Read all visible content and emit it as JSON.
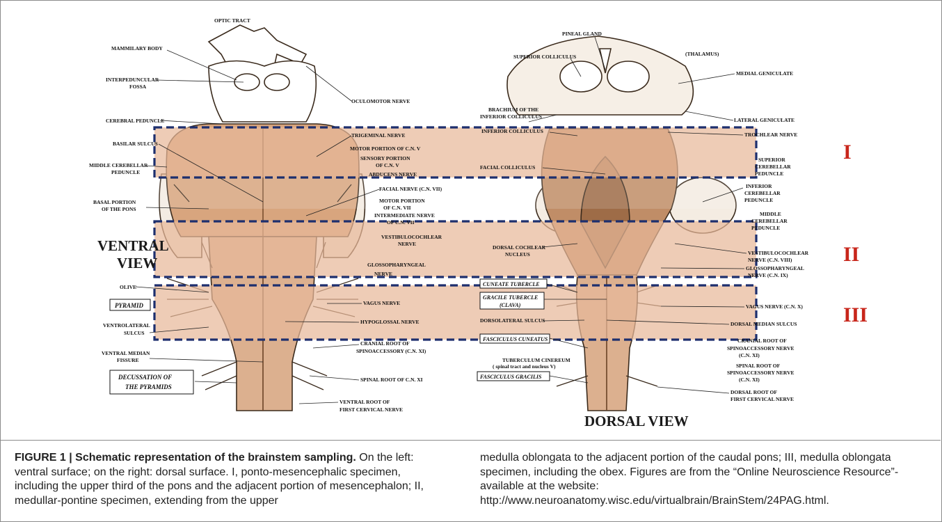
{
  "figure": {
    "views": {
      "ventral": "VENTRAL VIEW",
      "dorsal": "DORSAL VIEW"
    },
    "regions": [
      "I",
      "II",
      "III"
    ],
    "ventral_labels": {
      "optic_tract": "OPTIC TRACT",
      "mammillary_body": "MAMMILARY BODY",
      "interpeduncular": "INTERPEDUNCULAR",
      "fossa": "FOSSA",
      "oculomotor": "OCULOMOTOR NERVE",
      "cerebral_peduncle": "CEREBRAL PEDUNCLE",
      "trigeminal": "TRIGEMINAL NERVE",
      "basilar_sulcus": "BASILAR SULCUS",
      "motor_cnv": "MOTOR PORTION OF C.N. V",
      "sensory_cnv_1": "SENSORY PORTION",
      "sensory_cnv_2": "OF C.N. V",
      "middle_cereb_1": "MIDDLE CEREBELLAR",
      "middle_cereb_2": "PEDUNCLE",
      "abducens": "ABDUCENS NERVE",
      "facial": "FACIAL NERVE (C.N. VII)",
      "basal_pons_1": "BASAL PORTION",
      "basal_pons_2": "OF THE PONS",
      "motor_vii_1": "MOTOR PORTION",
      "motor_vii_2": "OF C.N. VII",
      "intermediate_1": "INTERMEDIATE NERVE",
      "intermediate_2": "OF C.N. VII",
      "vestibulo_1": "VESTIBULOCOCHLEAR",
      "vestibulo_2": "NERVE",
      "glosso_1": "GLOSSOPHARYNGEAL",
      "glosso_2": "NERVE",
      "olive": "OLIVE",
      "pyramid": "PYRAMID",
      "vagus": "VAGUS NERVE",
      "hypoglossal": "HYPOGLOSSAL NERVE",
      "ventrolateral_1": "VENTROLATERAL",
      "ventrolateral_2": "SULCUS",
      "cranial_root_1": "CRANIAL ROOT OF",
      "cranial_root_2": "SPINOACCESSORY (C.N. XI)",
      "ventral_median_1": "VENTRAL MEDIAN",
      "ventral_median_2": "FISSURE",
      "decussation_1": "DECUSSATION OF",
      "decussation_2": "THE PYRAMIDS",
      "spinal_root": "SPINAL ROOT OF C.N. XI",
      "ventral_root_1": "VENTRAL ROOT OF",
      "ventral_root_2": "FIRST CERVICAL NERVE"
    },
    "dorsal_labels": {
      "pineal": "PINEAL GLAND",
      "sup_colliculus": "SUPERIOR COLLICULUS",
      "thalamus": "(THALAMUS)",
      "medial_geniculate": "MEDIAL GENICULATE",
      "brachium_1": "BRACHIUM OF THE",
      "brachium_2": "INFERIOR COLLICULUS",
      "lateral_geniculate": "LATERAL GENICULATE",
      "inf_colliculus": "INFERIOR COLLICULUS",
      "trochlear": "TROCHLEAR NERVE",
      "sup_cereb_1": "SUPERIOR",
      "sup_cereb_2": "CEREBELLAR",
      "sup_cereb_3": "PEDUNCLE",
      "facial_colliculus": "FACIAL COLLICULUS",
      "inf_cereb_1": "INFERIOR",
      "inf_cereb_2": "CEREBELLAR",
      "inf_cereb_3": "PEDUNCLE",
      "mid_cereb_1": "MIDDLE",
      "mid_cereb_2": "CEREBELLAR",
      "mid_cereb_3": "PEDUNCLE",
      "dorsal_cochlear_1": "DORSAL COCHLEAR",
      "dorsal_cochlear_2": "NUCLEUS",
      "vestibulo_1": "VESTIBULOCOCHLEAR",
      "vestibulo_2": "NERVE (C.N. VIII)",
      "glosso_1": "GLOSSOPHARYNGEAL",
      "glosso_2": "NERVE (C.N. IX)",
      "cuneate": "CUNEATE TUBERCLE",
      "gracile_1": "GRACILE TUBERCLE",
      "gracile_2": "(CLAVA)",
      "vagus": "VAGUS NERVE (C.N. X)",
      "dorsolateral": "DORSOLATERAL SULCUS",
      "dorsal_median": "DORSAL MEDIAN SULCUS",
      "fasc_cuneatus": "FASCICULUS CUNEATUS",
      "cranial_root_1": "CRANIAL ROOT OF",
      "cranial_root_2": "SPINOACCESSORY NERVE",
      "cranial_root_3": "(C.N. XI)",
      "tuberculum_1": "TUBERCULUM CINEREUM",
      "tuberculum_2": "( spinal tract and nucleus V)",
      "spinal_root_1": "SPINAL ROOT OF",
      "spinal_root_2": "SPINOACCESSORY NERVE",
      "spinal_root_3": "(C.N. XI)",
      "fasc_gracilis": "FASCICULUS GRACILIS",
      "dorsal_root_1": "DORSAL ROOT OF",
      "dorsal_root_2": "FIRST CERVICAL NERVE"
    },
    "colors": {
      "region_fill": "#e8b99a",
      "dashed_border": "#1d2f6e",
      "region_label": "#c8261b",
      "tissue": "#c08d67"
    }
  },
  "caption": {
    "label": "FIGURE 1 | Schematic representation of the brainstem sampling.",
    "left_text": " On the left: ventral surface; on the right: dorsal surface. I, ponto-mesencephalic specimen, including the upper third of the pons and the adjacent portion of mesencephalon; II, medullar-pontine specimen, extending from the upper",
    "right_text": "medulla oblongata to the adjacent portion of the caudal pons; III, medulla oblongata specimen, including the obex. Figures are from the “Online Neuroscience Resource”- available at the website: http://www.neuroanatomy.wisc.edu/virtualbrain/BrainStem/24PAG.html."
  }
}
